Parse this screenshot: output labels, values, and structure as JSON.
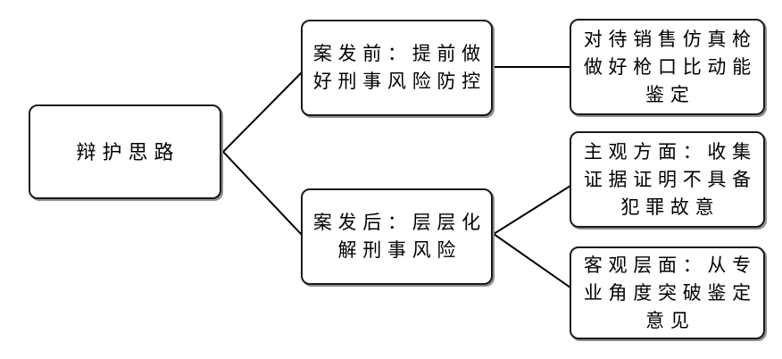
{
  "diagram": {
    "type": "flowchart",
    "direction": "left-to-right",
    "colors": {
      "background": "#ffffff",
      "node_fill": "#ffffff",
      "node_border": "#1a1a1a",
      "node_shadow": "#8f8f8f",
      "connector": "#000000",
      "text": "#000000"
    },
    "nodes": {
      "root": {
        "id": "root",
        "lines": [
          "辩护思路"
        ]
      },
      "pre": {
        "id": "pre",
        "lines": [
          "案发前：提前做",
          "好刑事风险防控"
        ]
      },
      "appraisal": {
        "id": "appraisal",
        "lines": [
          "对待销售仿真枪",
          "做好枪口比动能",
          "鉴定"
        ]
      },
      "post": {
        "id": "post",
        "lines": [
          "案发后：层层化",
          "解刑事风险"
        ]
      },
      "subjective": {
        "id": "subjective",
        "lines": [
          "主观方面：收集",
          "证据证明不具备",
          "犯罪故意"
        ]
      },
      "objective": {
        "id": "objective",
        "lines": [
          "客观层面：从专",
          "业角度突破鉴定",
          "意见"
        ]
      }
    },
    "edges": [
      {
        "from": "root",
        "to": "pre"
      },
      {
        "from": "root",
        "to": "post"
      },
      {
        "from": "pre",
        "to": "appraisal"
      },
      {
        "from": "post",
        "to": "subjective"
      },
      {
        "from": "post",
        "to": "objective"
      }
    ]
  }
}
